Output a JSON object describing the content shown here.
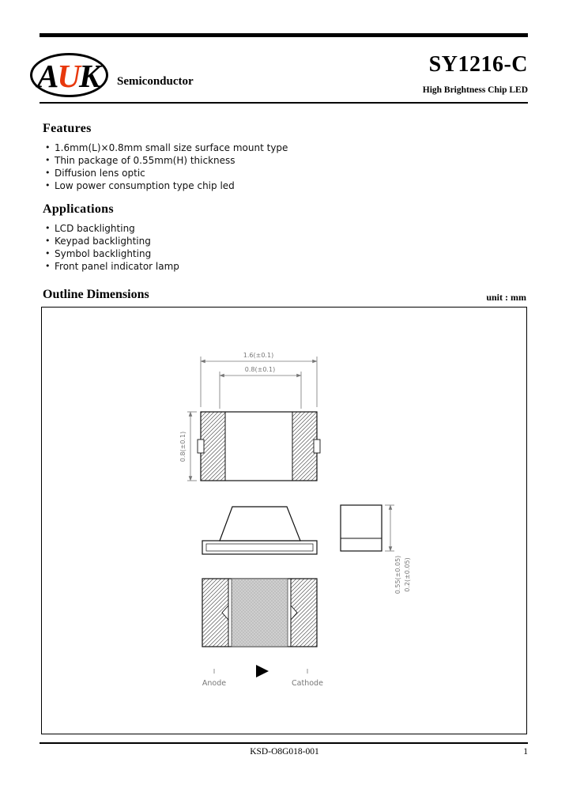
{
  "header": {
    "logo": {
      "a": "A",
      "u": "U",
      "k": "K",
      "accent_color": "#e8380d"
    },
    "company": "Semiconductor",
    "part_number": "SY1216-C",
    "product_subtitle": "High Brightness Chip LED"
  },
  "features": {
    "title": "Features",
    "items": [
      "1.6mm(L)×0.8mm small size surface mount type",
      "Thin package of 0.55mm(H) thickness",
      "Diffusion lens optic",
      "Low power consumption type chip led"
    ]
  },
  "applications": {
    "title": "Applications",
    "items": [
      "LCD backlighting",
      "Keypad backlighting",
      "Symbol backlighting",
      "Front panel indicator lamp"
    ]
  },
  "outline": {
    "title": "Outline Dimensions",
    "unit_label": "unit : mm",
    "dims": {
      "overall_length": "1.6(±0.1)",
      "lens_width": "0.8(±0.1)",
      "overall_width": "0.8(±0.1)",
      "thickness": "0.55(±0.05)",
      "electrode": "0.2(±0.05)"
    },
    "polarity": {
      "anode": "Anode",
      "cathode": "Cathode"
    }
  },
  "footer": {
    "doc_number": "KSD-O8G018-001",
    "page_number": "1"
  }
}
